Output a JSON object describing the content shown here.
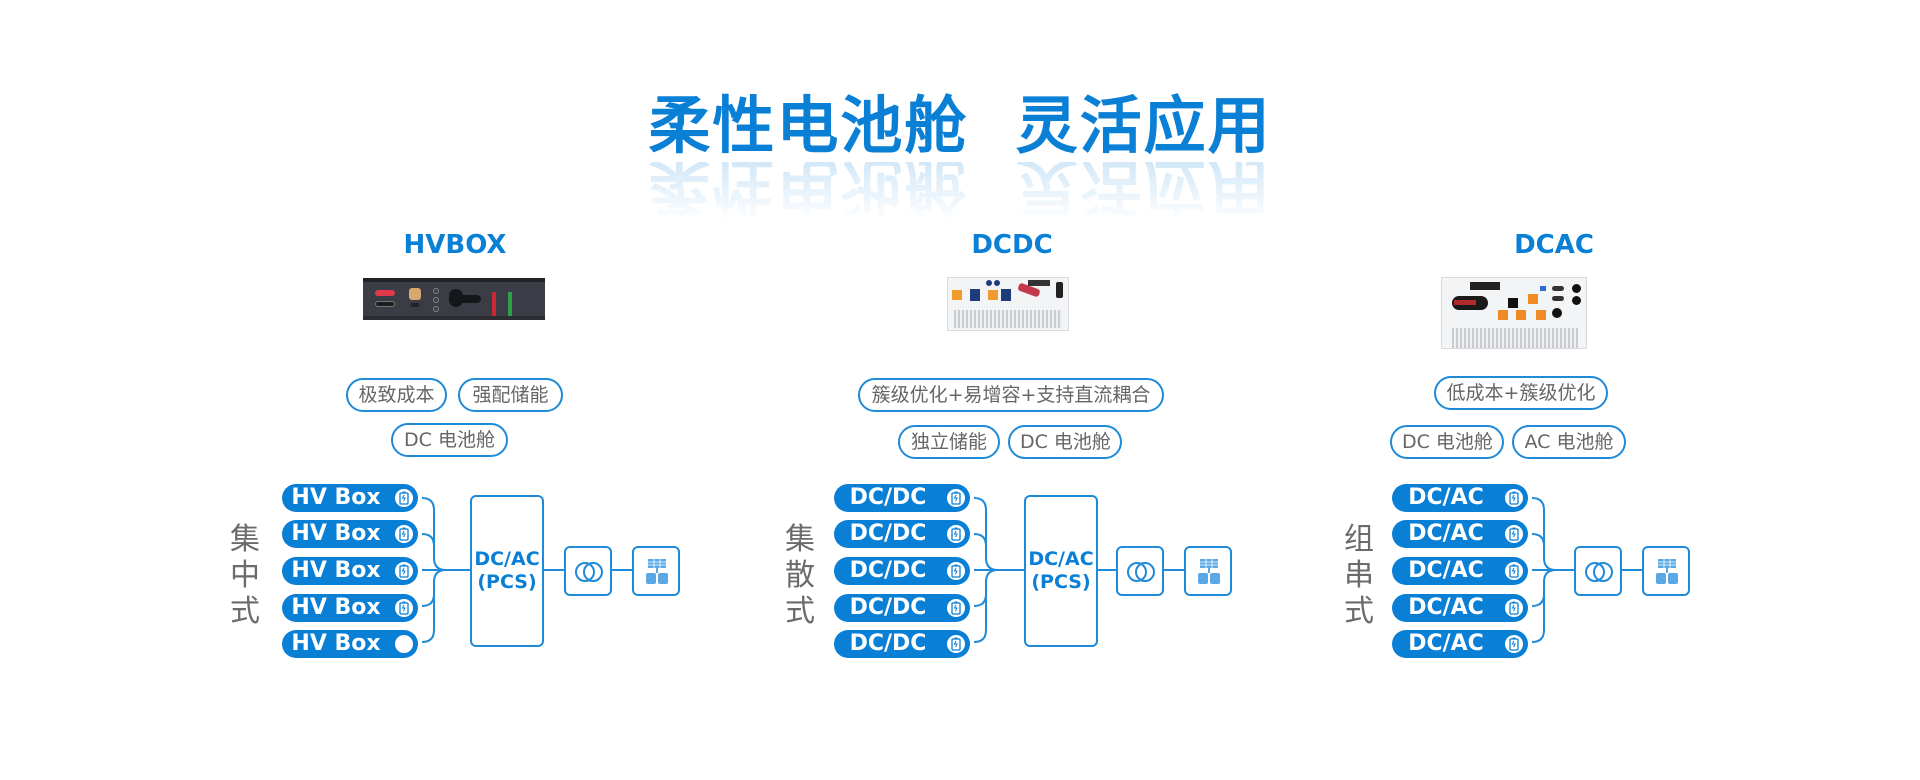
{
  "title": "柔性电池舱  灵活应用",
  "columns": [
    {
      "product": "HVBOX",
      "device_icon": "hvbox-device-image",
      "tags_row1": [
        "极致成本",
        "强配储能"
      ],
      "tags_row2": [
        "DC 电池舱"
      ],
      "layout_label": [
        "集",
        "中",
        "式"
      ],
      "units": [
        "HV Box",
        "HV Box",
        "HV Box",
        "HV Box",
        "HV Box"
      ],
      "unit_icons": [
        "battery-icon",
        "battery-icon",
        "battery-icon",
        "battery-icon",
        "empty-circle-icon"
      ],
      "pcs": {
        "line1": "DC/AC",
        "line2": "(PCS)"
      },
      "transformer_icon": "transformer-icon",
      "grid_icon": "solar-grid-icon"
    },
    {
      "product": "DCDC",
      "device_icon": "dcdc-device-image",
      "tags_row1": [
        "簇级优化+易增容+支持直流耦合"
      ],
      "tags_row2": [
        "独立储能",
        "DC 电池舱"
      ],
      "layout_label": [
        "集",
        "散",
        "式"
      ],
      "units": [
        "DC/DC",
        "DC/DC",
        "DC/DC",
        "DC/DC",
        "DC/DC"
      ],
      "unit_icons": [
        "battery-icon",
        "battery-icon",
        "battery-icon",
        "battery-icon",
        "battery-icon"
      ],
      "pcs": {
        "line1": "DC/AC",
        "line2": "(PCS)"
      },
      "transformer_icon": "transformer-icon",
      "grid_icon": "solar-grid-icon"
    },
    {
      "product": "DCAC",
      "device_icon": "dcac-device-image",
      "tags_row1": [
        "低成本+簇级优化"
      ],
      "tags_row2": [
        "DC 电池舱",
        "AC 电池舱"
      ],
      "layout_label": [
        "组",
        "串",
        "式"
      ],
      "units": [
        "DC/AC",
        "DC/AC",
        "DC/AC",
        "DC/AC",
        "DC/AC"
      ],
      "unit_icons": [
        "battery-icon",
        "battery-icon",
        "battery-icon",
        "battery-icon",
        "battery-icon"
      ],
      "transformer_icon": "transformer-icon",
      "grid_icon": "solar-grid-icon"
    }
  ],
  "colors": {
    "accent": "#0a7fd6",
    "border": "#1e8ad8",
    "tag_text": "#666666",
    "label_text": "#6b6b6b"
  }
}
